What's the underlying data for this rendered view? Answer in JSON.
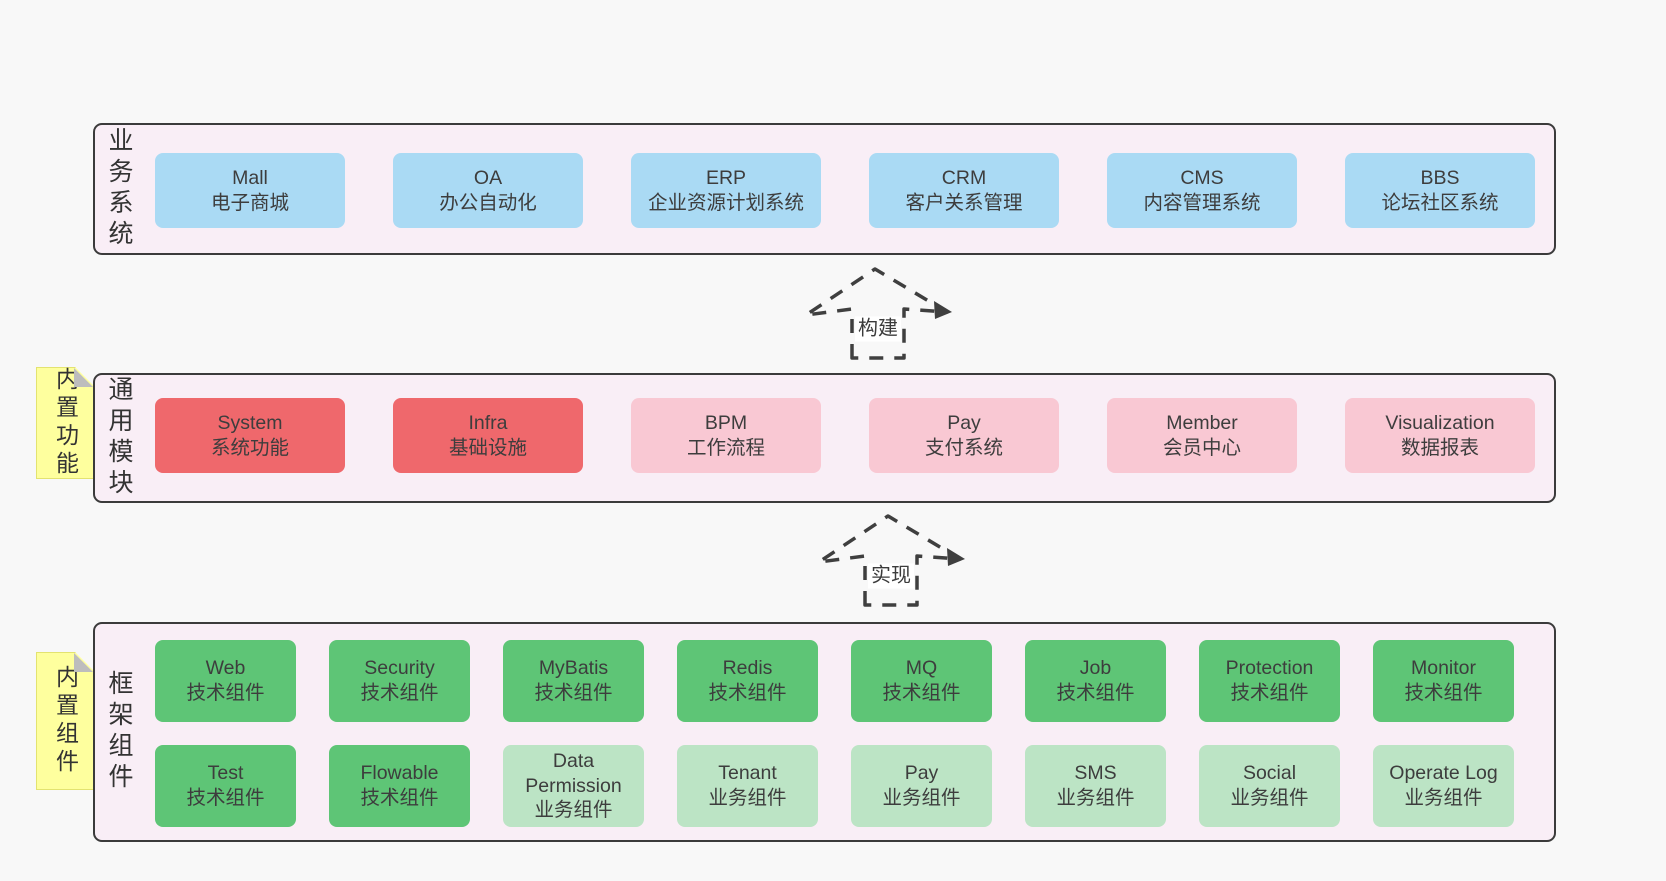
{
  "diagram": {
    "palette": {
      "page_background": "#f8f8f8",
      "container_background": "#f9eef6",
      "container_border": "#3b3b3b",
      "blue_box": "#aadaf4",
      "red_box": "#ef686c",
      "pink_box": "#f9c8d3",
      "green_box": "#5ec576",
      "light_green_box": "#bce4c5",
      "sticky_yellow": "#feff9e",
      "sticky_fold_gray": "#bdbdbd",
      "arrow_stroke": "#3f3f3f",
      "text": "#3d3d3d"
    },
    "stickies": [
      {
        "text": "内置功能"
      },
      {
        "text": "内置组件"
      }
    ],
    "arrows": [
      {
        "label": "构建"
      },
      {
        "label": "实现"
      }
    ],
    "sections": [
      {
        "label": "业务系统",
        "boxes": [
          {
            "title": "Mall",
            "subtitle": "电子商城",
            "variant": "blue"
          },
          {
            "title": "OA",
            "subtitle": "办公自动化",
            "variant": "blue"
          },
          {
            "title": "ERP",
            "subtitle": "企业资源计划系统",
            "variant": "blue"
          },
          {
            "title": "CRM",
            "subtitle": "客户关系管理",
            "variant": "blue"
          },
          {
            "title": "CMS",
            "subtitle": "内容管理系统",
            "variant": "blue"
          },
          {
            "title": "BBS",
            "subtitle": "论坛社区系统",
            "variant": "blue"
          }
        ]
      },
      {
        "label": "通用模块",
        "boxes": [
          {
            "title": "System",
            "subtitle": "系统功能",
            "variant": "red"
          },
          {
            "title": "Infra",
            "subtitle": "基础设施",
            "variant": "red"
          },
          {
            "title": "BPM",
            "subtitle": "工作流程",
            "variant": "pink"
          },
          {
            "title": "Pay",
            "subtitle": "支付系统",
            "variant": "pink"
          },
          {
            "title": "Member",
            "subtitle": "会员中心",
            "variant": "pink"
          },
          {
            "title": "Visualization",
            "subtitle": "数据报表",
            "variant": "pink"
          }
        ]
      },
      {
        "label": "框架组件",
        "rows": [
          [
            {
              "title": "Web",
              "subtitle": "技术组件",
              "variant": "green"
            },
            {
              "title": "Security",
              "subtitle": "技术组件",
              "variant": "green"
            },
            {
              "title": "MyBatis",
              "subtitle": "技术组件",
              "variant": "green"
            },
            {
              "title": "Redis",
              "subtitle": "技术组件",
              "variant": "green"
            },
            {
              "title": "MQ",
              "subtitle": "技术组件",
              "variant": "green"
            },
            {
              "title": "Job",
              "subtitle": "技术组件",
              "variant": "green"
            },
            {
              "title": "Protection",
              "subtitle": "技术组件",
              "variant": "green"
            },
            {
              "title": "Monitor",
              "subtitle": "技术组件",
              "variant": "green"
            }
          ],
          [
            {
              "title": "Test",
              "subtitle": "技术组件",
              "variant": "green"
            },
            {
              "title": "Flowable",
              "subtitle": "技术组件",
              "variant": "green"
            },
            {
              "title": "Data Permission",
              "subtitle": "业务组件",
              "variant": "green-light"
            },
            {
              "title": "Tenant",
              "subtitle": "业务组件",
              "variant": "green-light"
            },
            {
              "title": "Pay",
              "subtitle": "业务组件",
              "variant": "green-light"
            },
            {
              "title": "SMS",
              "subtitle": "业务组件",
              "variant": "green-light"
            },
            {
              "title": "Social",
              "subtitle": "业务组件",
              "variant": "green-light"
            },
            {
              "title": "Operate Log",
              "subtitle": "业务组件",
              "variant": "green-light"
            }
          ]
        ]
      }
    ]
  }
}
